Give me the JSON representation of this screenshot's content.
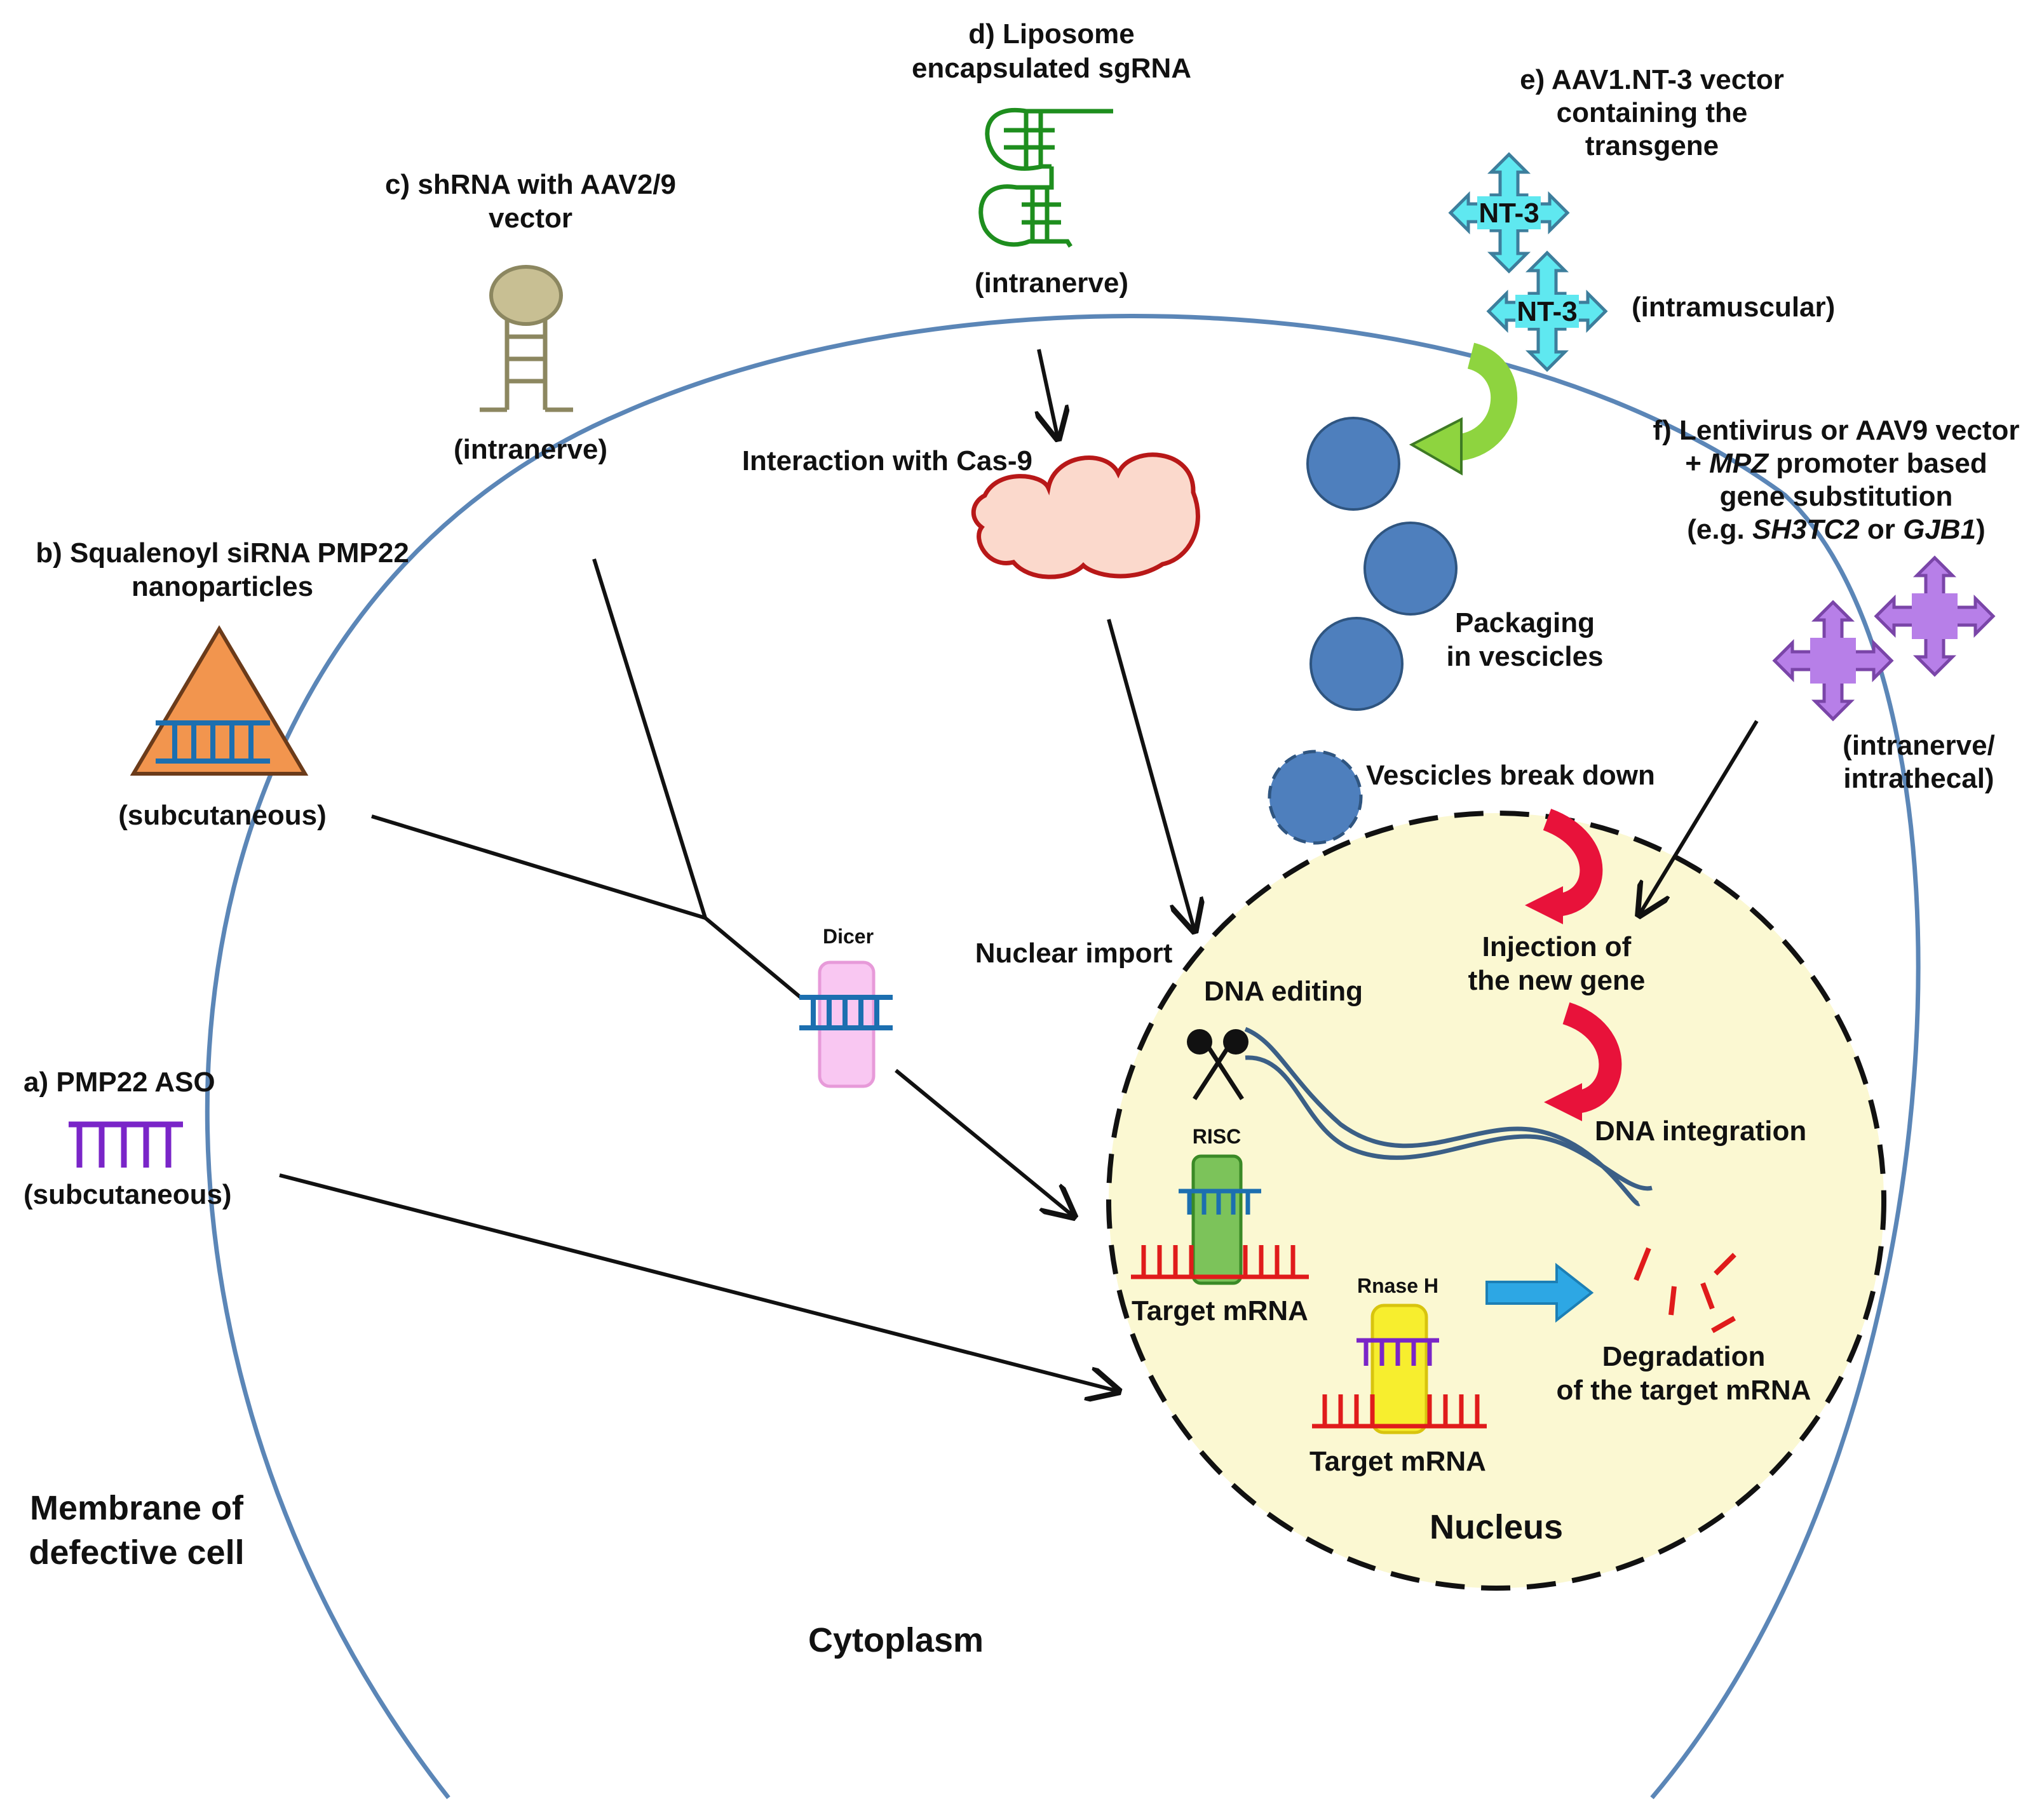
{
  "colors": {
    "membrane": "#5b86b7",
    "nucleus_fill": "#fbf8d2",
    "vesicle": "#4e7fbd",
    "aso": "#7a25c8",
    "mrna": "#e01b1b",
    "dsrna": "#1c6fb0",
    "liposome": "#1e8e1e",
    "shrna": "#8c8760",
    "nt3": "#5fe8f0",
    "mpz": "#b77fe8",
    "cas9_fill": "#fbd9cc",
    "cas9_stroke": "#b81818",
    "dicer": "#f9c7f2",
    "risc": "#7cc35a",
    "rnaseh": "#f7ee2e",
    "red_arrow": "#e8123a",
    "green_arrow": "#8ed43f",
    "blue_arrow": "#2da7e4",
    "triangle": "#f2954e"
  },
  "labels": {
    "a_title": "a) PMP22 ASO",
    "a_route": "(subcutaneous)",
    "b_title_1": "b) Squalenoyl siRNA PMP22",
    "b_title_2": "nanoparticles",
    "b_route": "(subcutaneous)",
    "c_title_1": "c) shRNA with AAV2/9",
    "c_title_2": "vector",
    "c_route": "(intranerve)",
    "d_title_1": "d) Liposome",
    "d_title_2": "encapsulated sgRNA",
    "d_route": "(intranerve)",
    "e_title_1": "e) AAV1.NT-3 vector",
    "e_title_2": "containing the",
    "e_title_3": "transgene",
    "e_route": "(intramuscular)",
    "nt3": "NT-3",
    "f_title_1": "f) Lentivirus or AAV9 vector",
    "f_title_2_plus": "+ ",
    "f_title_2_gene": "MPZ",
    "f_title_2_rest": " promoter based",
    "f_title_3": "gene substitution",
    "f_title_4_pre": "(e.g. ",
    "f_title_4_g1": "SH3TC2",
    "f_title_4_or": " or ",
    "f_title_4_g2": "GJB1",
    "f_title_4_post": ")",
    "f_route_1": "(intranerve/",
    "f_route_2": "intrathecal)",
    "interaction_cas9": "Interaction with Cas-9",
    "packaging_1": "Packaging",
    "packaging_2": "in vescicles",
    "vesicles_break": "Vescicles break down",
    "injection_1": "Injection of",
    "injection_2": "the new gene",
    "dna_integration": "DNA integration",
    "dna_editing": "DNA editing",
    "nuclear_import": "Nuclear import",
    "dicer": "Dicer",
    "risc": "RISC",
    "rnase_h": "Rnase H",
    "target_mrna_1": "Target mRNA",
    "target_mrna_2": "Target mRNA",
    "degradation_1": "Degradation",
    "degradation_2": "of the target  mRNA",
    "nucleus": "Nucleus",
    "membrane_1": "Membrane of",
    "membrane_2": "defective cell",
    "cytoplasm": "Cytoplasm"
  }
}
